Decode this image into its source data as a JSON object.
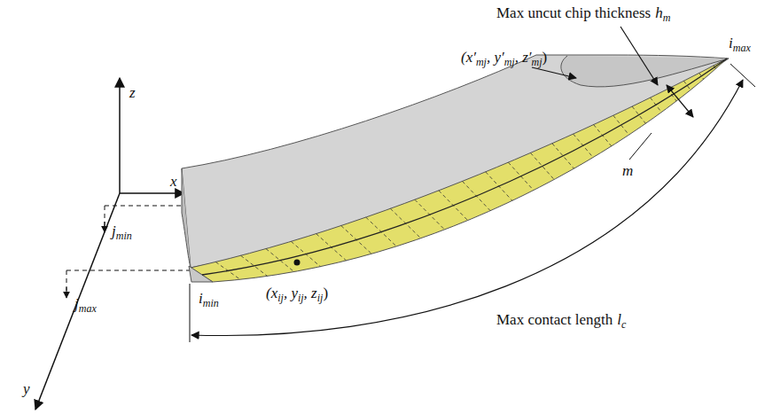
{
  "diagram": {
    "labels": [
      "z",
      "x",
      "y",
      "Max uncut chip thickness",
      "h",
      "m",
      "(x′",
      "mj",
      ", y′",
      "mj",
      ", z′",
      "mj",
      ")",
      "i",
      "max",
      "m",
      "(x",
      "ij",
      ", y",
      "ij",
      ", z",
      "ij",
      ")",
      "j",
      "min",
      "i",
      "min",
      "j",
      "max",
      "Max contact length",
      "l",
      "c"
    ]
  }
}
